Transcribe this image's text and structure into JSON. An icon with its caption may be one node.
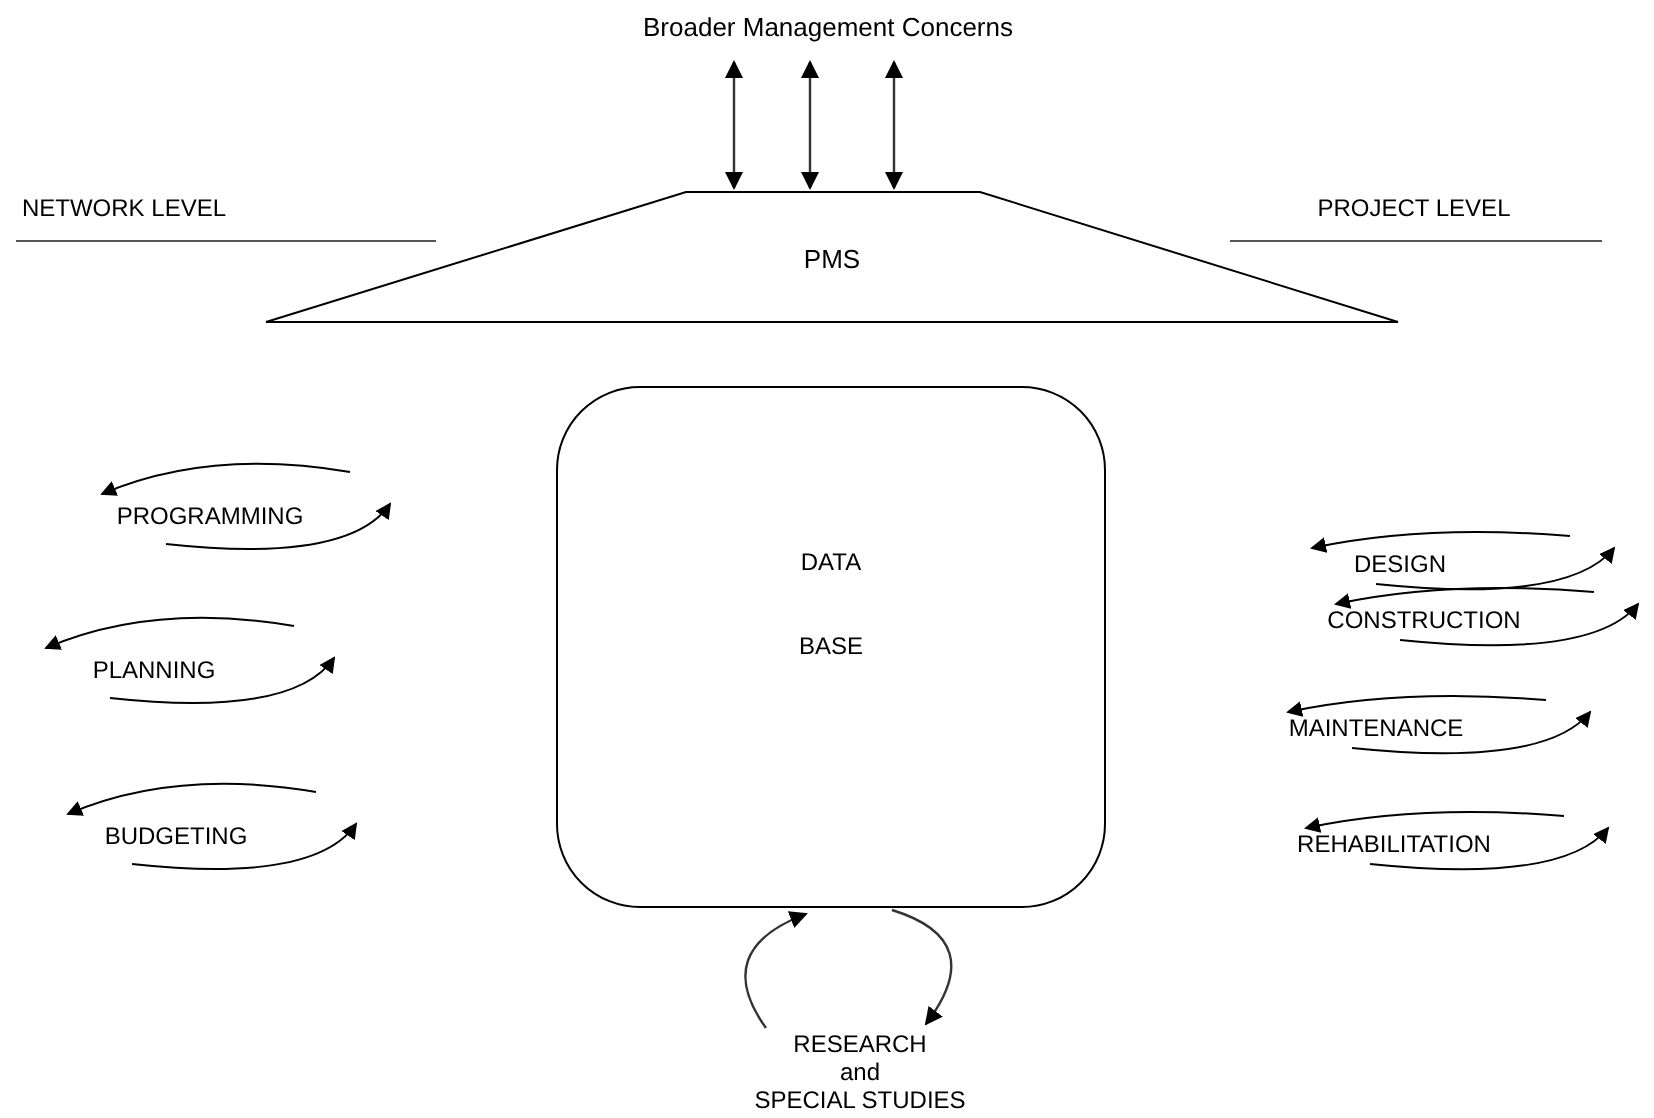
{
  "diagram": {
    "nodes": [
      {
        "text": [
          "Broader Management Concerns"
        ]
      },
      {
        "text": [
          "PMS"
        ]
      },
      {
        "text": [
          "DATA BASE"
        ]
      },
      {
        "text": [
          "RESEARCH",
          "and",
          "SPECIAL STUDIES"
        ]
      }
    ],
    "edges": [
      {
        "from": 1,
        "to": 0,
        "arrow": "both"
      },
      {
        "from": 1,
        "to": 0,
        "arrow": "both"
      },
      {
        "from": 1,
        "to": 0,
        "arrow": "both"
      },
      {
        "from": 3,
        "to": 2,
        "arrow": "to"
      },
      {
        "from": 2,
        "to": 3,
        "arrow": "to"
      }
    ],
    "labels": [
      "NETWORK LEVEL",
      "PROJECT LEVEL",
      "PROGRAMMING",
      "PLANNING",
      "BUDGETING",
      "DESIGN",
      "CONSTRUCTION",
      "MAINTENANCE",
      "REHABILITATION"
    ]
  }
}
